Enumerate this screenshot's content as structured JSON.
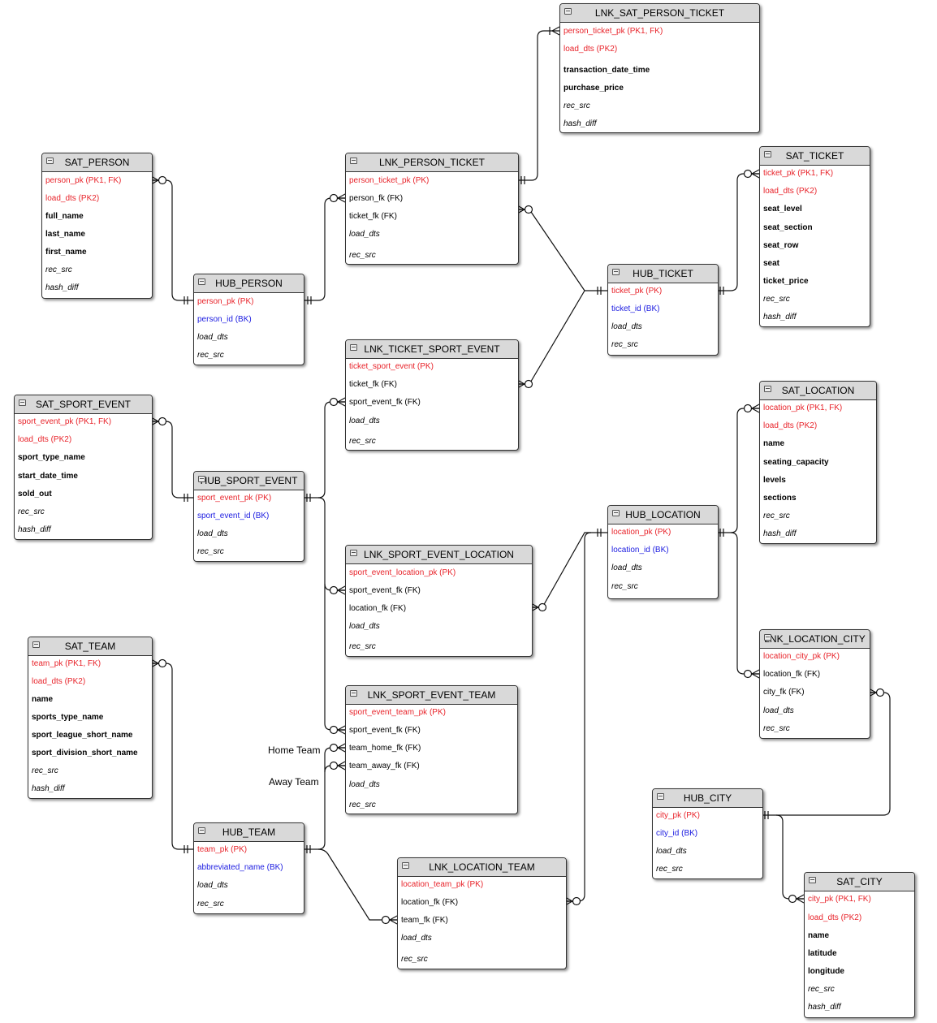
{
  "diagram": {
    "tables": [
      {
        "id": "sat_person",
        "title": "SAT_PERSON",
        "fields": [
          {
            "text": "person_pk (PK1, FK)",
            "style": "pk"
          },
          {
            "text": "load_dts (PK2)",
            "style": "pk"
          },
          {
            "text": "full_name",
            "style": "b"
          },
          {
            "text": "last_name",
            "style": "b"
          },
          {
            "text": "first_name",
            "style": "b"
          },
          {
            "text": "rec_src",
            "style": "i"
          },
          {
            "text": "hash_diff",
            "style": "i"
          }
        ]
      },
      {
        "id": "hub_person",
        "title": "HUB_PERSON",
        "fields": [
          {
            "text": "person_pk (PK)",
            "style": "pk"
          },
          {
            "text": "person_id (BK)",
            "style": "bk"
          },
          {
            "text": "load_dts",
            "style": "i"
          },
          {
            "text": "rec_src",
            "style": "i"
          }
        ]
      },
      {
        "id": "lnk_person_ticket",
        "title": "LNK_PERSON_TICKET",
        "fields": [
          {
            "text": "person_ticket_pk (PK)",
            "style": "pk"
          },
          {
            "text": "person_fk (FK)",
            "style": "n"
          },
          {
            "text": "ticket_fk (FK)",
            "style": "n"
          },
          {
            "text": "load_dts",
            "style": "i"
          },
          {
            "text": "rec_src",
            "style": "i"
          }
        ]
      },
      {
        "id": "lnk_sat_person_ticket",
        "title": "LNK_SAT_PERSON_TICKET",
        "fields": [
          {
            "text": "person_ticket_pk (PK1, FK)",
            "style": "pk"
          },
          {
            "text": "load_dts (PK2)",
            "style": "pk"
          },
          {
            "text": "transaction_date_time",
            "style": "b"
          },
          {
            "text": "purchase_price",
            "style": "b"
          },
          {
            "text": "rec_src",
            "style": "i"
          },
          {
            "text": "hash_diff",
            "style": "i"
          }
        ]
      },
      {
        "id": "sat_ticket",
        "title": "SAT_TICKET",
        "fields": [
          {
            "text": "ticket_pk (PK1, FK)",
            "style": "pk"
          },
          {
            "text": "load_dts (PK2)",
            "style": "pk"
          },
          {
            "text": "seat_level",
            "style": "b"
          },
          {
            "text": "seat_section",
            "style": "b"
          },
          {
            "text": "seat_row",
            "style": "b"
          },
          {
            "text": "seat",
            "style": "b"
          },
          {
            "text": "ticket_price",
            "style": "b"
          },
          {
            "text": "rec_src",
            "style": "i"
          },
          {
            "text": "hash_diff",
            "style": "i"
          }
        ]
      },
      {
        "id": "hub_ticket",
        "title": "HUB_TICKET",
        "fields": [
          {
            "text": "ticket_pk (PK)",
            "style": "pk"
          },
          {
            "text": "ticket_id (BK)",
            "style": "bk"
          },
          {
            "text": "load_dts",
            "style": "i"
          },
          {
            "text": "rec_src",
            "style": "i"
          }
        ]
      },
      {
        "id": "lnk_ticket_sport_event",
        "title": "LNK_TICKET_SPORT_EVENT",
        "fields": [
          {
            "text": "ticket_sport_event (PK)",
            "style": "pk"
          },
          {
            "text": "ticket_fk (FK)",
            "style": "n"
          },
          {
            "text": "sport_event_fk (FK)",
            "style": "n"
          },
          {
            "text": "load_dts",
            "style": "i"
          },
          {
            "text": "rec_src",
            "style": "i"
          }
        ]
      },
      {
        "id": "sat_sport_event",
        "title": "SAT_SPORT_EVENT",
        "fields": [
          {
            "text": "sport_event_pk (PK1, FK)",
            "style": "pk"
          },
          {
            "text": "load_dts (PK2)",
            "style": "pk"
          },
          {
            "text": "sport_type_name",
            "style": "b"
          },
          {
            "text": "start_date_time",
            "style": "b"
          },
          {
            "text": "sold_out",
            "style": "b"
          },
          {
            "text": "rec_src",
            "style": "i"
          },
          {
            "text": "hash_diff",
            "style": "i"
          }
        ]
      },
      {
        "id": "hub_sport_event",
        "title": "HUB_SPORT_EVENT",
        "fields": [
          {
            "text": "sport_event_pk (PK)",
            "style": "pk"
          },
          {
            "text": "sport_event_id (BK)",
            "style": "bk"
          },
          {
            "text": "load_dts",
            "style": "i"
          },
          {
            "text": "rec_src",
            "style": "i"
          }
        ]
      },
      {
        "id": "sat_location",
        "title": "SAT_LOCATION",
        "fields": [
          {
            "text": "location_pk (PK1, FK)",
            "style": "pk"
          },
          {
            "text": "load_dts (PK2)",
            "style": "pk"
          },
          {
            "text": "name",
            "style": "b"
          },
          {
            "text": "seating_capacity",
            "style": "b"
          },
          {
            "text": "levels",
            "style": "b"
          },
          {
            "text": "sections",
            "style": "b"
          },
          {
            "text": "rec_src",
            "style": "i"
          },
          {
            "text": "hash_diff",
            "style": "i"
          }
        ]
      },
      {
        "id": "hub_location",
        "title": "HUB_LOCATION",
        "fields": [
          {
            "text": "location_pk (PK)",
            "style": "pk"
          },
          {
            "text": "location_id (BK)",
            "style": "bk"
          },
          {
            "text": "load_dts",
            "style": "i"
          },
          {
            "text": "rec_src",
            "style": "i"
          }
        ]
      },
      {
        "id": "lnk_sport_event_location",
        "title": "LNK_SPORT_EVENT_LOCATION",
        "fields": [
          {
            "text": "sport_event_location_pk (PK)",
            "style": "pk"
          },
          {
            "text": "sport_event_fk (FK)",
            "style": "n"
          },
          {
            "text": "location_fk (FK)",
            "style": "n"
          },
          {
            "text": "load_dts",
            "style": "i"
          },
          {
            "text": "rec_src",
            "style": "i"
          }
        ]
      },
      {
        "id": "lnk_location_city",
        "title": "LNK_LOCATION_CITY",
        "fields": [
          {
            "text": "location_city_pk (PK)",
            "style": "pk"
          },
          {
            "text": "location_fk (FK)",
            "style": "n"
          },
          {
            "text": "city_fk (FK)",
            "style": "n"
          },
          {
            "text": "load_dts",
            "style": "i"
          },
          {
            "text": "rec_src",
            "style": "i"
          }
        ]
      },
      {
        "id": "sat_team",
        "title": "SAT_TEAM",
        "fields": [
          {
            "text": "team_pk (PK1, FK)",
            "style": "pk"
          },
          {
            "text": "load_dts (PK2)",
            "style": "pk"
          },
          {
            "text": "name",
            "style": "b"
          },
          {
            "text": "sports_type_name",
            "style": "b"
          },
          {
            "text": "sport_league_short_name",
            "style": "b"
          },
          {
            "text": "sport_division_short_name",
            "style": "b"
          },
          {
            "text": "rec_src",
            "style": "i"
          },
          {
            "text": "hash_diff",
            "style": "i"
          }
        ]
      },
      {
        "id": "lnk_sport_event_team",
        "title": "LNK_SPORT_EVENT_TEAM",
        "fields": [
          {
            "text": "sport_event_team_pk (PK)",
            "style": "pk"
          },
          {
            "text": "sport_event_fk (FK)",
            "style": "n"
          },
          {
            "text": "team_home_fk (FK)",
            "style": "n"
          },
          {
            "text": "team_away_fk (FK)",
            "style": "n"
          },
          {
            "text": "load_dts",
            "style": "i"
          },
          {
            "text": "rec_src",
            "style": "i"
          }
        ]
      },
      {
        "id": "hub_team",
        "title": "HUB_TEAM",
        "fields": [
          {
            "text": "team_pk (PK)",
            "style": "pk"
          },
          {
            "text": "abbreviated_name (BK)",
            "style": "bk"
          },
          {
            "text": "load_dts",
            "style": "i"
          },
          {
            "text": "rec_src",
            "style": "i"
          }
        ]
      },
      {
        "id": "lnk_location_team",
        "title": "LNK_LOCATION_TEAM",
        "fields": [
          {
            "text": "location_team_pk (PK)",
            "style": "pk"
          },
          {
            "text": "location_fk (FK)",
            "style": "n"
          },
          {
            "text": "team_fk (FK)",
            "style": "n"
          },
          {
            "text": "load_dts",
            "style": "i"
          },
          {
            "text": "rec_src",
            "style": "i"
          }
        ]
      },
      {
        "id": "hub_city",
        "title": "HUB_CITY",
        "fields": [
          {
            "text": "city_pk (PK)",
            "style": "pk"
          },
          {
            "text": "city_id (BK)",
            "style": "bk"
          },
          {
            "text": "load_dts",
            "style": "i"
          },
          {
            "text": "rec_src",
            "style": "i"
          }
        ]
      },
      {
        "id": "sat_city",
        "title": "SAT_CITY",
        "fields": [
          {
            "text": "city_pk (PK1, FK)",
            "style": "pk"
          },
          {
            "text": "load_dts (PK2)",
            "style": "pk"
          },
          {
            "text": "name",
            "style": "b"
          },
          {
            "text": "latitude",
            "style": "b"
          },
          {
            "text": "longitude",
            "style": "b"
          },
          {
            "text": "rec_src",
            "style": "i"
          },
          {
            "text": "hash_diff",
            "style": "i"
          }
        ]
      }
    ],
    "labels": {
      "home_team": "Home Team",
      "away_team": "Away Team"
    }
  }
}
